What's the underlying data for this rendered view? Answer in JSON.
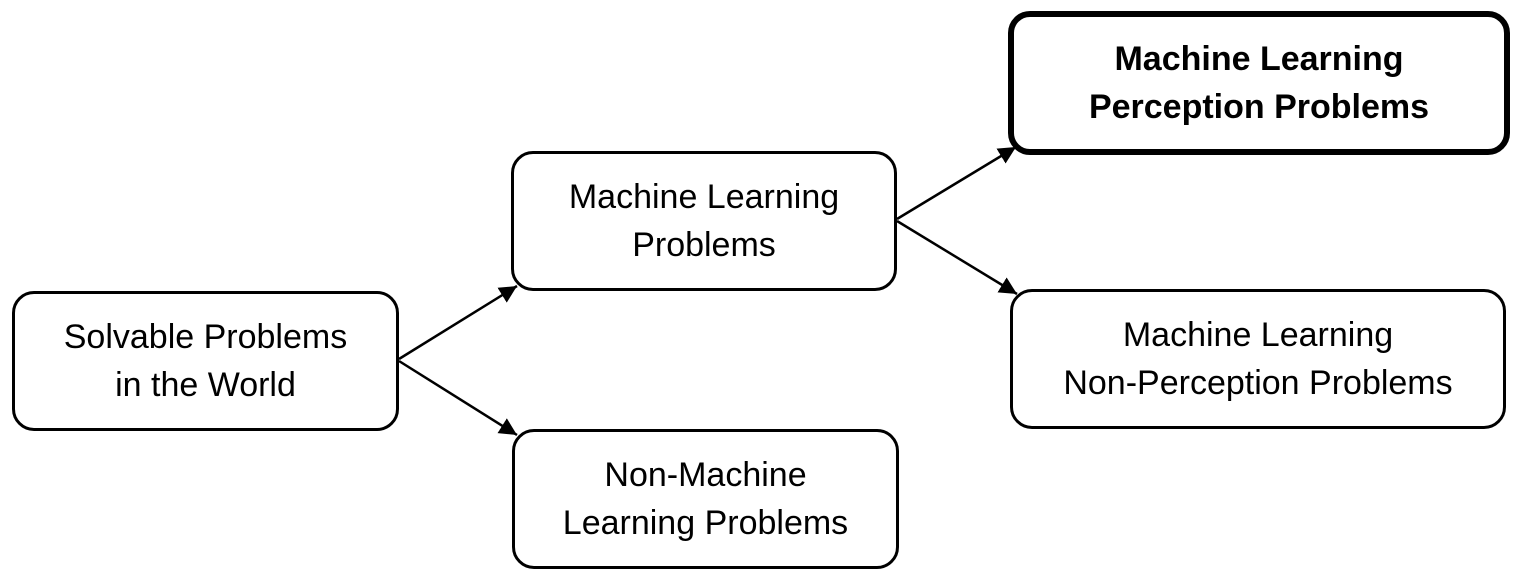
{
  "diagram": {
    "nodes": [
      {
        "id": "solvable",
        "lines": [
          "Solvable Problems",
          "in the World"
        ],
        "emphasis": false
      },
      {
        "id": "ml",
        "lines": [
          "Machine Learning",
          "Problems"
        ],
        "emphasis": false
      },
      {
        "id": "nonml",
        "lines": [
          "Non-Machine",
          "Learning Problems"
        ],
        "emphasis": false
      },
      {
        "id": "perception",
        "lines": [
          "Machine Learning",
          "Perception Problems"
        ],
        "emphasis": true
      },
      {
        "id": "nonperception",
        "lines": [
          "Machine Learning",
          "Non-Perception Problems"
        ],
        "emphasis": false
      }
    ],
    "edges": [
      {
        "from": "solvable",
        "to": "ml"
      },
      {
        "from": "solvable",
        "to": "nonml"
      },
      {
        "from": "ml",
        "to": "perception"
      },
      {
        "from": "ml",
        "to": "nonperception"
      }
    ],
    "colors": {
      "stroke": "#000000",
      "fill": "#ffffff",
      "text": "#000000"
    }
  }
}
